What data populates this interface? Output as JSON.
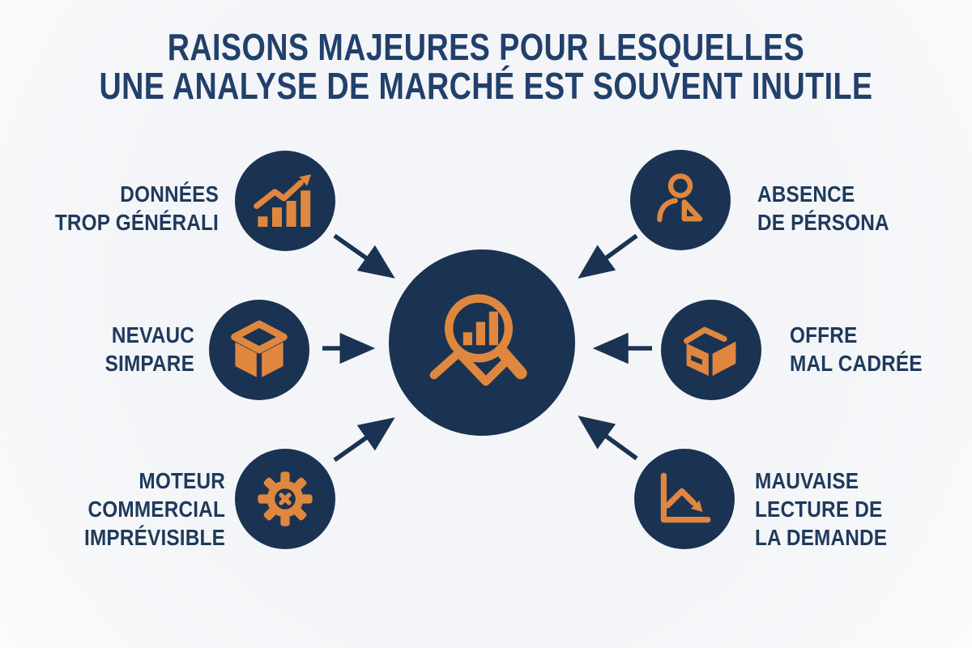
{
  "title": {
    "line1": "RAISONS MAJEURES POUR LESQUELLES",
    "line2": "UNE ANALYSE DE MARCHÉ EST SOUVENT INUTILE"
  },
  "colors": {
    "background": "#f6f7f9",
    "navy_circle": "#1b3352",
    "navy_text": "#1e3a5c",
    "title_text": "#21406b",
    "accent_orange": "#e0873f",
    "arrow": "#1b3352"
  },
  "center": {
    "icon": "magnifier-analysis-icon"
  },
  "items": [
    {
      "id": "donnees-trop-generali",
      "position": "top-left",
      "icon": "rising-bar-chart-icon",
      "lines": [
        "DONNÉES",
        "TROP GÉNÉRALI"
      ]
    },
    {
      "id": "nevauc-simpare",
      "position": "mid-left",
      "icon": "cube-icon",
      "lines": [
        "NEVAUC",
        "SIMPARE"
      ]
    },
    {
      "id": "moteur-commercial",
      "position": "bottom-left",
      "icon": "gear-x-icon",
      "lines": [
        "MOTEUR",
        "COMMERCIAL",
        "IMPRÉVISIBLE"
      ]
    },
    {
      "id": "absence-de-persona",
      "position": "top-right",
      "icon": "persona-icon",
      "lines": [
        "ABSENCE",
        "DE PÉRSONA"
      ]
    },
    {
      "id": "offre-mal-cadree",
      "position": "mid-right",
      "icon": "package-box-icon",
      "lines": [
        "OFFRE",
        "MAL CADRÉE"
      ]
    },
    {
      "id": "mauvaise-lecture",
      "position": "bottom-right",
      "icon": "declining-chart-icon",
      "lines": [
        "MAUVAISE",
        "LECTURE DE",
        "LA DEMANDE"
      ]
    }
  ]
}
